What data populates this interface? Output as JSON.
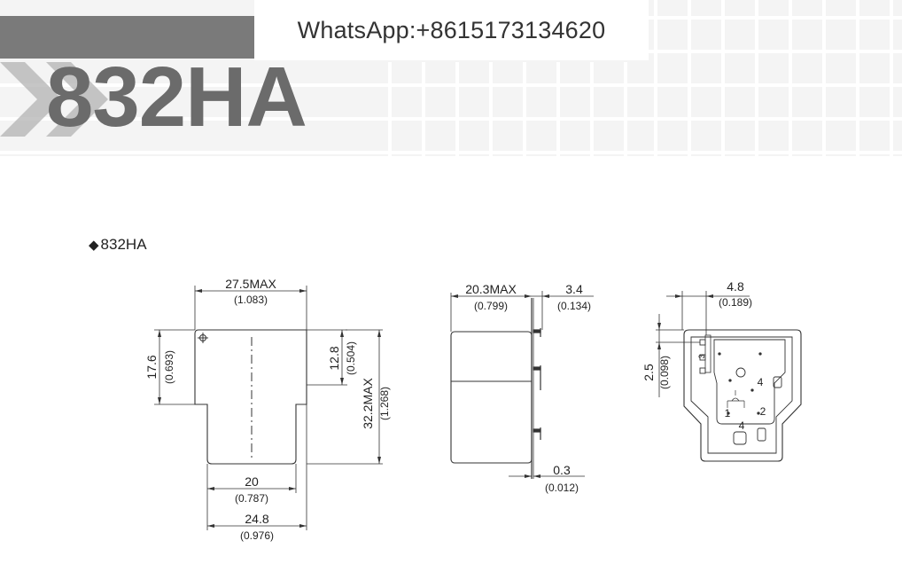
{
  "header": {
    "contact": "WhatsApp:+8615173134620",
    "model_title": "832HA"
  },
  "section": {
    "bullet": "◆",
    "label": "832HA"
  },
  "front_view": {
    "width_max": "27.5MAX",
    "width_max_in": "(1.083)",
    "left_height": "17.6",
    "left_height_in": "(0.693)",
    "inner_height": "12.8",
    "inner_height_in": "(0.504)",
    "height_max": "32.2MAX",
    "height_max_in": "(1.268)",
    "body_width": "20",
    "body_width_in": "(0.787)",
    "total_width": "24.8",
    "total_width_in": "(0.976)"
  },
  "side_view": {
    "depth_max": "20.3MAX",
    "depth_max_in": "(0.799)",
    "pin_offset": "3.4",
    "pin_offset_in": "(0.134)",
    "pin_thickness": "0.3",
    "pin_thickness_in": "(0.012)"
  },
  "bottom_view": {
    "pin_pitch": "4.8",
    "pin_pitch_in": "(0.189)",
    "pin_spacing": "2.5",
    "pin_spacing_in": "(0.098)",
    "pin_labels": [
      "1",
      "2",
      "3",
      "4",
      "4"
    ]
  },
  "colors": {
    "banner_dark": "#7a7a7a",
    "banner_light": "#ececec",
    "title": "#6b6b6b",
    "line": "#333333"
  }
}
